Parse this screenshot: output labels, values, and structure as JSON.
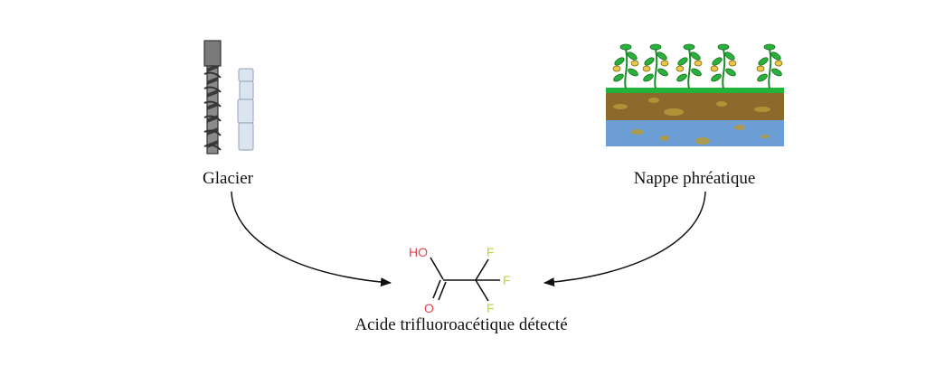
{
  "labels": {
    "glacier": "Glacier",
    "groundwater": "Nappe phréatique",
    "molecule": "Acide trifluoroacétique détecté"
  },
  "atoms": {
    "hydroxyl": "HO",
    "oxygen": "O",
    "fluorine_top": "F",
    "fluorine_right": "F",
    "fluorine_bottom": "F"
  },
  "colors": {
    "oxygen": "#e8414f",
    "fluorine": "#b5dc3e",
    "grass": "#22b33a",
    "soil": "#8b6a2b",
    "water": "#6b9ed4",
    "ice": "#dbe5f0",
    "drill": "#7a7a7a"
  },
  "icons": {
    "left": "ice-core-drill-icon",
    "right": "soil-crop-groundwater-icon"
  }
}
